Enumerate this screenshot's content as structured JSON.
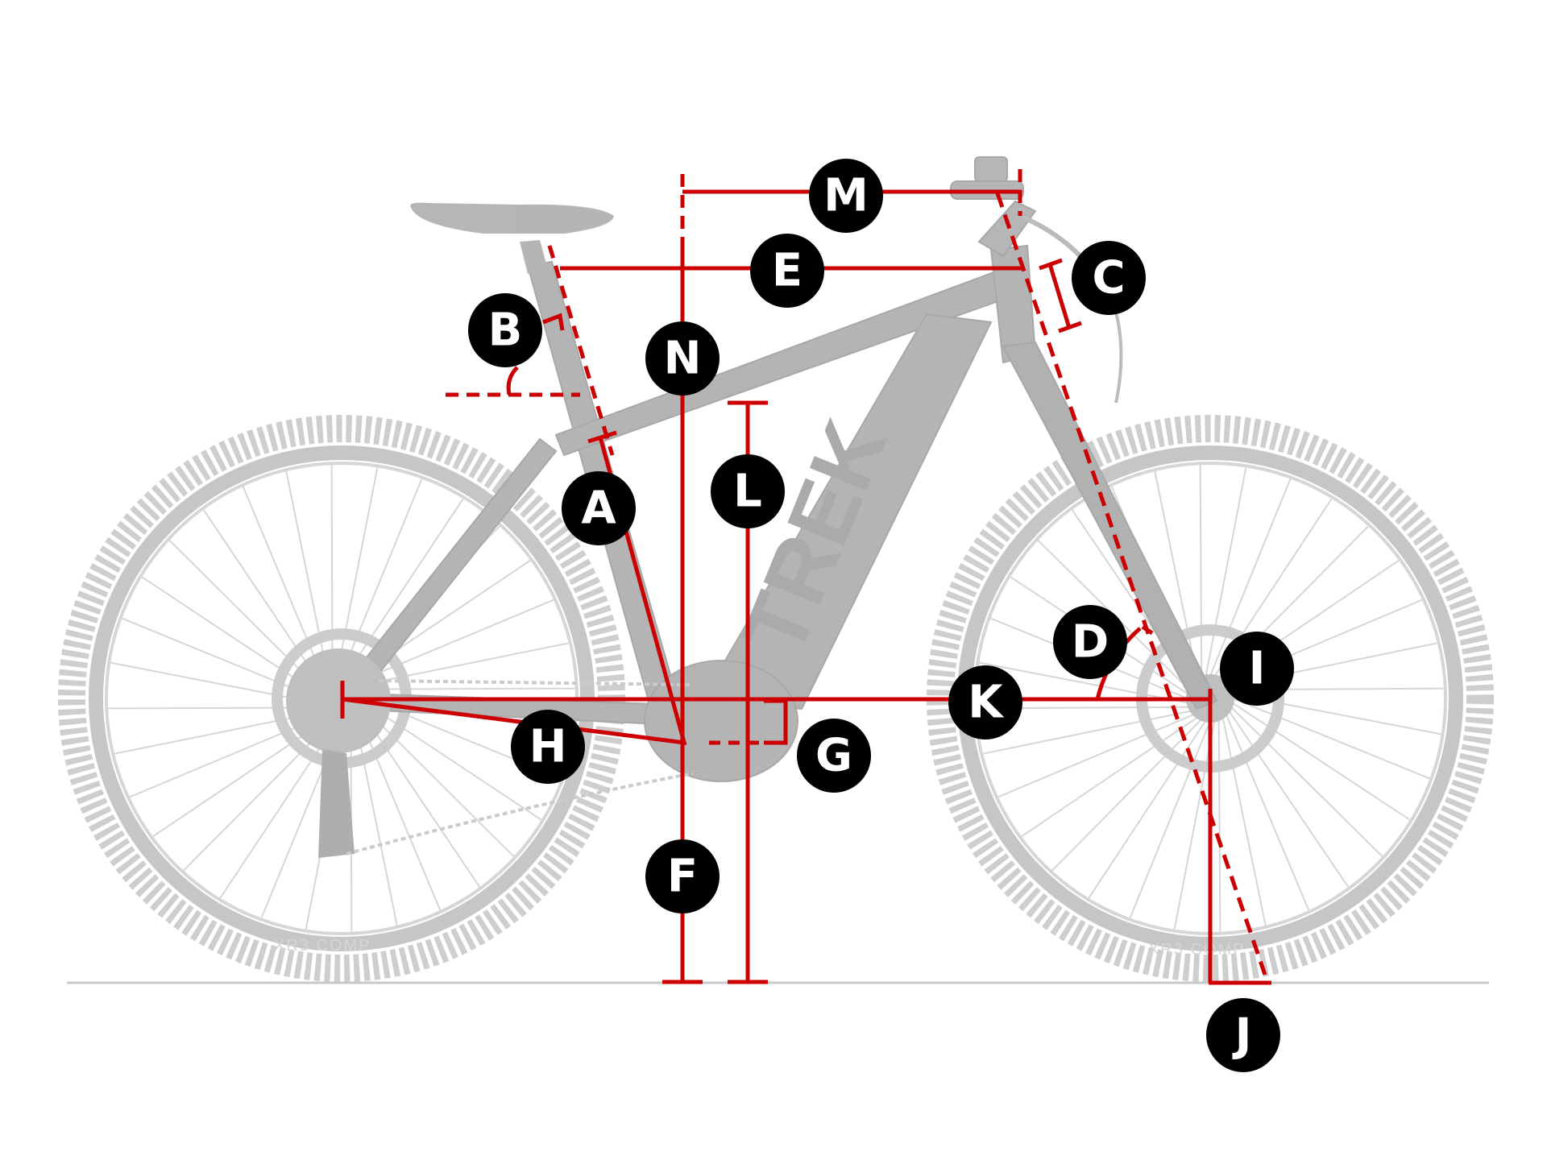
{
  "diagram": {
    "labels": {
      "A": "A",
      "B": "B",
      "C": "C",
      "D": "D",
      "E": "E",
      "F": "F",
      "G": "G",
      "H": "H",
      "I": "I",
      "J": "J",
      "K": "K",
      "L": "L",
      "M": "M",
      "N": "N"
    },
    "frame_brand": "TREK",
    "rear_tire_brand": "XR3 COMP",
    "front_tire_brand": "XR3 COMP",
    "colors": {
      "measure_line": "#cc0000",
      "label_circle": "#000000",
      "label_text": "#ffffff",
      "bike": "#bdbdbd",
      "ground": "#c8c8c8"
    }
  }
}
